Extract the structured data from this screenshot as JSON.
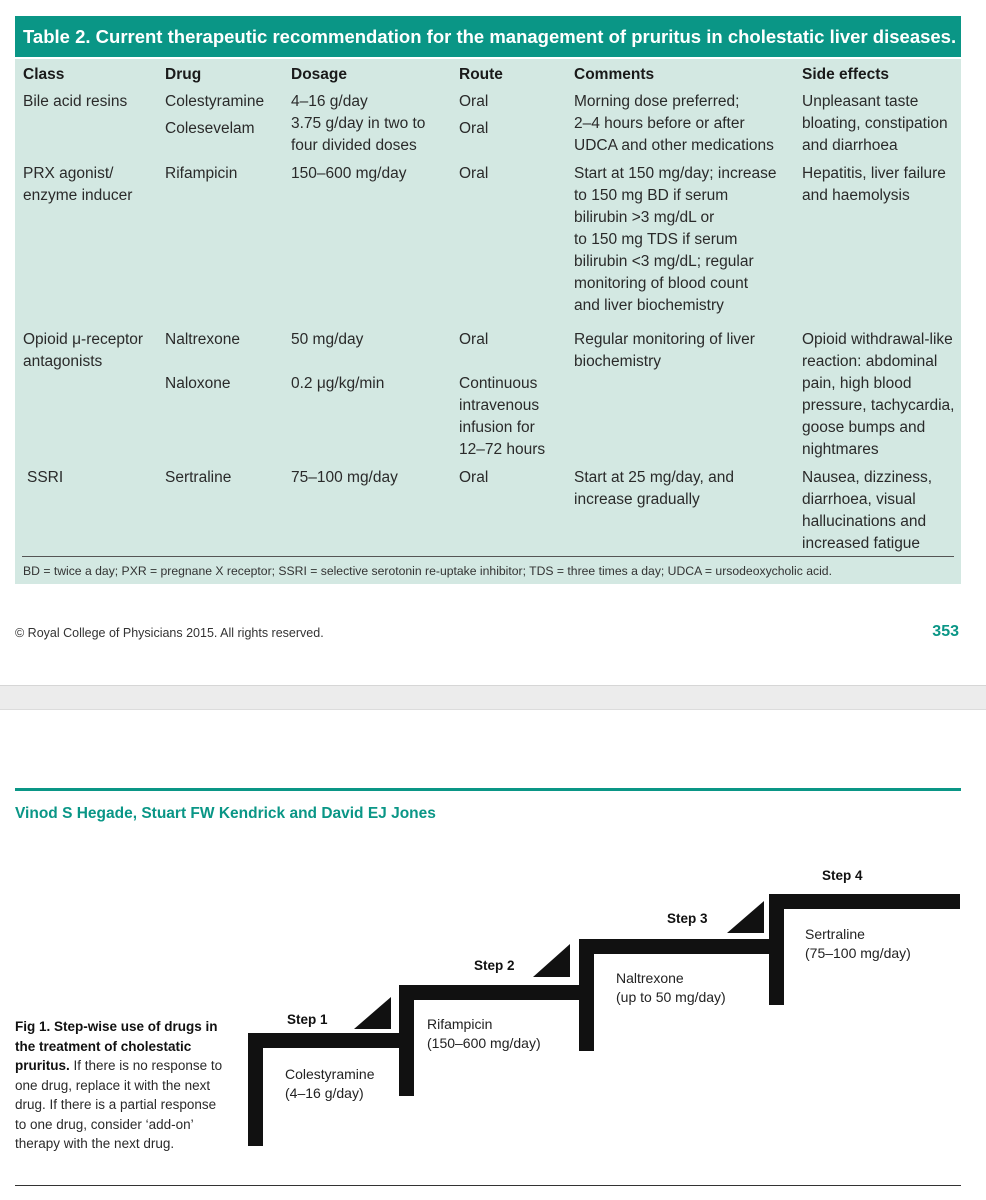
{
  "table": {
    "title": "Table 2. Current therapeutic recommendation for the management of pruritus in cholestatic liver diseases.",
    "headers": [
      "Class",
      "Drug",
      "Dosage",
      "Route",
      "Comments",
      "Side effects"
    ],
    "rows": [
      {
        "class": [
          "Bile acid resins"
        ],
        "drug": [
          "Colestyramine",
          "Colesevelam"
        ],
        "dosage": [
          "4–16 g/day",
          "3.75 g/day in two to",
          "four divided doses"
        ],
        "route": [
          "Oral",
          "Oral"
        ],
        "comments": [
          "Morning dose preferred;",
          "2–4 hours before or after",
          "UDCA and other medications"
        ],
        "side": [
          "Unpleasant taste",
          "bloating, constipation",
          "and diarrhoea"
        ]
      },
      {
        "class": [
          "PRX agonist/",
          "enzyme inducer"
        ],
        "drug": [
          "Rifampicin"
        ],
        "dosage": [
          "150–600 mg/day"
        ],
        "route": [
          "Oral"
        ],
        "comments": [
          "Start at 150 mg/day; increase",
          "to 150 mg BD if serum",
          "bilirubin >3 mg/dL or",
          "to 150 mg TDS if serum",
          "bilirubin <3 mg/dL; regular",
          "monitoring of blood count",
          "and liver biochemistry"
        ],
        "side": [
          "Hepatitis, liver failure",
          "and haemolysis"
        ]
      },
      {
        "class": [
          "Opioid μ-receptor",
          "antagonists"
        ],
        "drug": [
          "Naltrexone",
          "Naloxone"
        ],
        "dosage": [
          "50 mg/day",
          "0.2 μg/kg/min"
        ],
        "route": [
          "Oral",
          "Continuous",
          "intravenous",
          "infusion for",
          "12–72 hours"
        ],
        "comments": [
          "Regular monitoring of liver",
          "biochemistry"
        ],
        "side": [
          "Opioid withdrawal-like",
          "reaction: abdominal",
          "pain, high blood",
          "pressure, tachycardia,",
          "goose bumps and",
          "nightmares"
        ]
      },
      {
        "class": [
          "SSRI"
        ],
        "drug": [
          "Sertraline"
        ],
        "dosage": [
          "75–100 mg/day"
        ],
        "route": [
          "Oral"
        ],
        "comments": [
          "Start at 25 mg/day, and",
          "increase gradually"
        ],
        "side": [
          "Nausea, dizziness,",
          "diarrhoea, visual",
          "hallucinations and",
          "increased fatigue"
        ]
      }
    ],
    "footnote": "BD = twice a day; PXR = pregnane X receptor; SSRI = selective serotonin re-uptake inhibitor; TDS = three times a day; UDCA = ursodeoxycholic acid."
  },
  "page_footer": {
    "copyright": "© Royal College of Physicians 2015. All rights reserved.",
    "page_number": "353"
  },
  "next_page": {
    "authors": "Vinod S Hegade, Stuart FW Kendrick and David EJ Jones"
  },
  "figure": {
    "caption_bold": "Fig 1. Step-wise use of drugs in the treatment of cholestatic pruritus.",
    "caption_text": " If there is no response to one drug, replace it with the next drug. If there is a partial response to one drug, consider ‘add-on’ therapy with the next drug.",
    "steps": [
      {
        "label": "Step 1",
        "drug": "Colestyramine",
        "dose": "(4–16 g/day)"
      },
      {
        "label": "Step 2",
        "drug": "Rifampicin",
        "dose": "(150–600 mg/day)"
      },
      {
        "label": "Step 3",
        "drug": "Naltrexone",
        "dose": "(up to 50 mg/day)"
      },
      {
        "label": "Step 4",
        "drug": "Sertraline",
        "dose": "(75–100 mg/day)"
      }
    ],
    "colors": {
      "stair": "#111111",
      "accent": "#0a9686"
    }
  }
}
